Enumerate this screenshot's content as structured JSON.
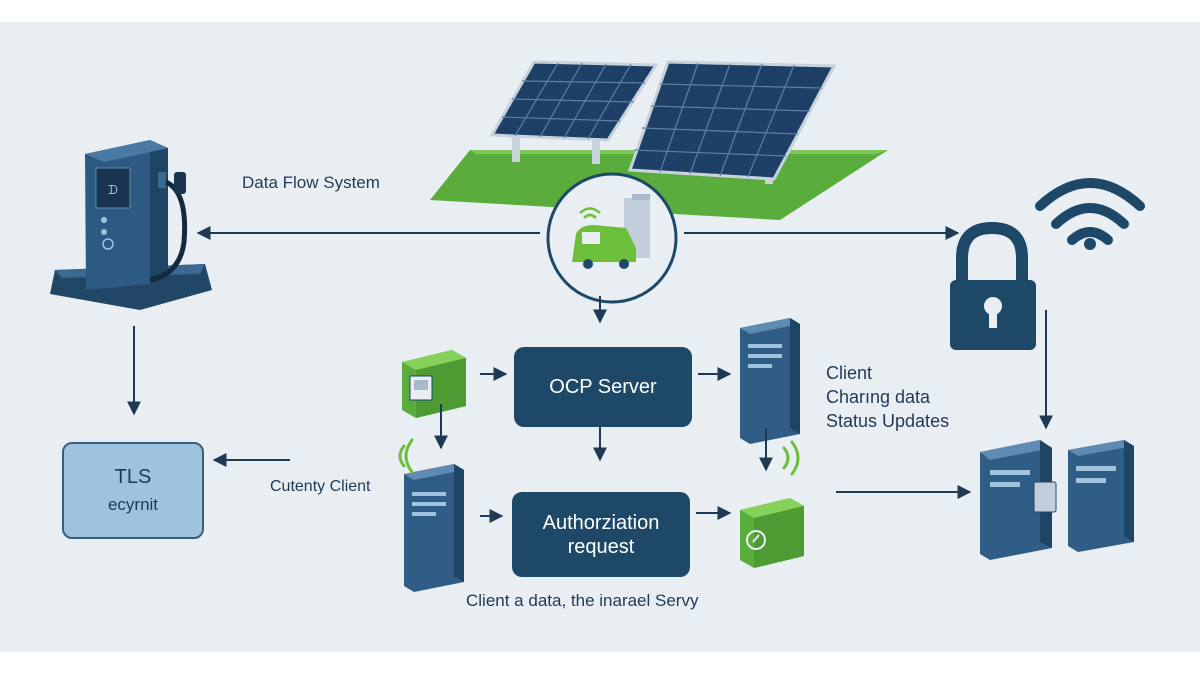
{
  "labels": {
    "data_flow_system": "Data Flow System",
    "ocp_server": "OCP Server",
    "authorization_line1": "Authorziation",
    "authorization_line2": "request",
    "tls_line1": "TLS",
    "tls_line2": "ecyrnit",
    "cutenty_client": "Cutenty Client",
    "client": "Client",
    "charing_data": "Charıng data",
    "status_updates": "Status Updates",
    "bottom_caption": "Client a data, the inarael Servy"
  },
  "colors": {
    "navy": "#1e4868",
    "server_blue": "#2f5d85",
    "green": "#6cbf3b",
    "grass": "#5aac3c",
    "background": "#e9eef3",
    "tls_fill": "#9fc3dc"
  },
  "icons": [
    "ev-charger-icon",
    "solar-panels-icon",
    "electric-car-icon",
    "padlock-icon",
    "wifi-icon",
    "server-icon",
    "green-module-icon",
    "signal-waves-icon"
  ]
}
